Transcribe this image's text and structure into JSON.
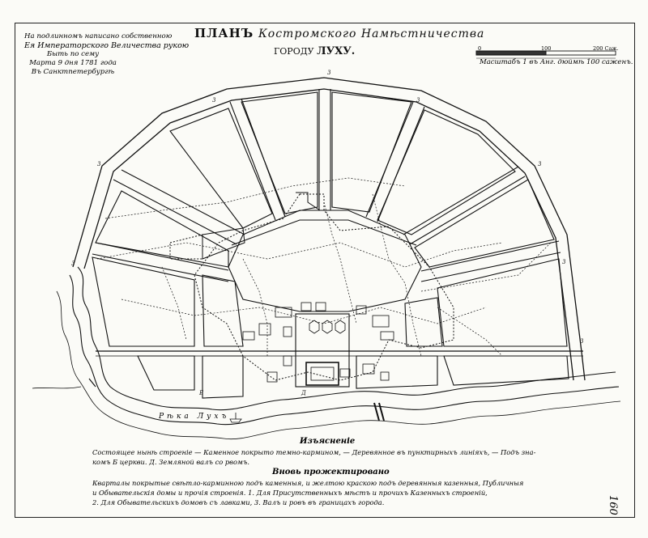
{
  "title": {
    "prefix": "ПЛАНЪ",
    "script": "Костромского Намѣстничества",
    "sub_prefix": "ГОРОДУ",
    "city": "ЛУХУ."
  },
  "approval_note": [
    "На подлинномъ написано собственною",
    "Ея Императорского Величества рукою",
    "Быть по сему",
    "Марта 9 дня 1781 года",
    "Въ Санктпетербургѣ"
  ],
  "scale": {
    "ticks": [
      "0",
      "100",
      "200 Саж."
    ],
    "label": "Масштабъ 1 въ Анг. дюймѣ 100 саженъ."
  },
  "river_label": "Рѣка    Лухъ",
  "legend": {
    "heading1": "Изъясненіе",
    "line1": "Состоящее нынѣ строеніе — Каменное покрыто темно-кармином, — Деревянное въ пунктирныхъ линіяхъ, — Подъ зна-",
    "line2": "комъ Б церкви. Д. Земляной валъ со рвомъ.",
    "heading2": "Вновь прожектировано",
    "line3": "Кварталы покрытые свѣтло-карминною подъ каменныя, и желтою краскою подъ деревянныя казенныя, Публичныя",
    "line4": "и Обывательскія домы и прочія строенія.    1. Для Присутственныхъ мѣстъ и прочихъ Казенныхъ строеній,",
    "line5": "2. Для Обывательскихъ домовъ съ лавками, 3. Валъ и ровъ въ границахъ города."
  },
  "marks": {
    "rampart": "3",
    "bank_rampart": "3",
    "church": "Б",
    "bastion": "Д"
  },
  "sheet_number": "160"
}
